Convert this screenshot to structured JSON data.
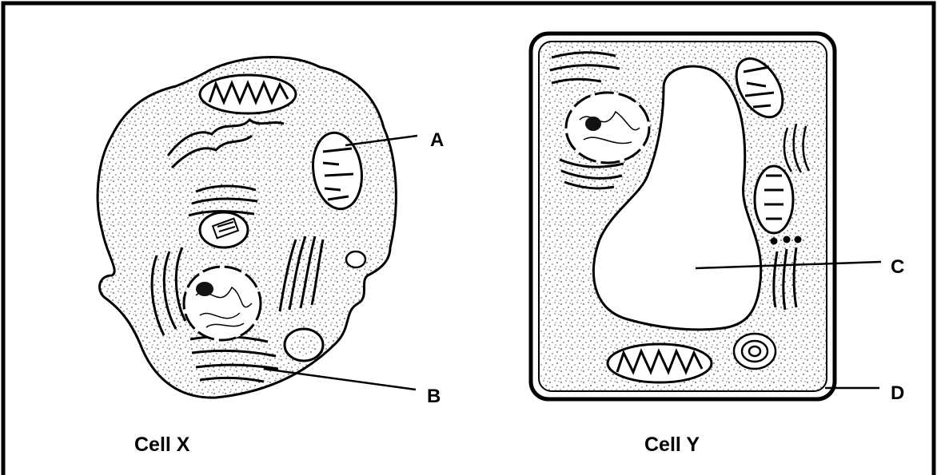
{
  "labels": {
    "a": "A",
    "b": "B",
    "c": "C",
    "d": "D"
  },
  "captions": {
    "cell_x": "Cell X",
    "cell_y": "Cell Y"
  },
  "colors": {
    "ink": "#000000",
    "background": "#ffffff",
    "cytoplasm_dot": "#555555"
  }
}
